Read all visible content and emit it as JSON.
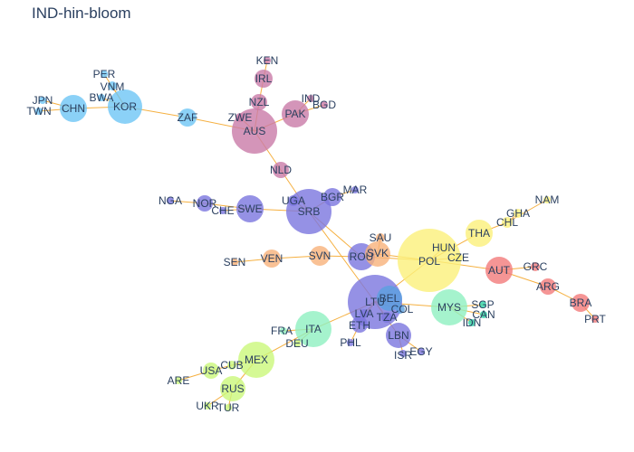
{
  "title": "IND-hin-bloom",
  "colors": {
    "edge": "#f5b041",
    "label": "#2a3f5f",
    "blue": "#6ec6f5",
    "pink": "#c97aa8",
    "purple": "#7b76de",
    "orange": "#f7b27a",
    "yellow": "#fbf07a",
    "red": "#f27a7a",
    "mint": "#8ff0c0",
    "lime": "#caf77a",
    "teal": "#2dd4a8",
    "steel": "#5aa0e0"
  },
  "nodes": [
    {
      "id": "KEN",
      "group": "pink"
    },
    {
      "id": "IRL",
      "group": "pink"
    },
    {
      "id": "NZL",
      "group": "pink"
    },
    {
      "id": "ZWE",
      "group": "pink"
    },
    {
      "id": "AUS",
      "group": "pink"
    },
    {
      "id": "PAK",
      "group": "pink"
    },
    {
      "id": "IND",
      "group": "pink"
    },
    {
      "id": "BGD",
      "group": "pink"
    },
    {
      "id": "NLD",
      "group": "pink"
    },
    {
      "id": "PER",
      "group": "blue"
    },
    {
      "id": "VNM",
      "group": "blue"
    },
    {
      "id": "BWA",
      "group": "blue"
    },
    {
      "id": "JPN",
      "group": "blue"
    },
    {
      "id": "TWN",
      "group": "blue"
    },
    {
      "id": "CHN",
      "group": "blue"
    },
    {
      "id": "KOR",
      "group": "blue"
    },
    {
      "id": "ZAF",
      "group": "blue"
    },
    {
      "id": "NGA",
      "group": "purple"
    },
    {
      "id": "NOR",
      "group": "purple"
    },
    {
      "id": "CHE",
      "group": "purple"
    },
    {
      "id": "SWE",
      "group": "purple"
    },
    {
      "id": "UGA",
      "group": "purple"
    },
    {
      "id": "SRB",
      "group": "purple"
    },
    {
      "id": "BGR",
      "group": "purple"
    },
    {
      "id": "MAR",
      "group": "purple"
    },
    {
      "id": "ROU",
      "group": "purple"
    },
    {
      "id": "LTU",
      "group": "purple"
    },
    {
      "id": "LVA",
      "group": "purple"
    },
    {
      "id": "ETH",
      "group": "purple"
    },
    {
      "id": "TZA",
      "group": "purple"
    },
    {
      "id": "LBN",
      "group": "purple"
    },
    {
      "id": "ISR",
      "group": "purple"
    },
    {
      "id": "EGY",
      "group": "purple"
    },
    {
      "id": "PHL",
      "group": "purple"
    },
    {
      "id": "SAU",
      "group": "orange"
    },
    {
      "id": "SVK",
      "group": "orange"
    },
    {
      "id": "SVN",
      "group": "orange"
    },
    {
      "id": "VEN",
      "group": "orange"
    },
    {
      "id": "SEN",
      "group": "orange"
    },
    {
      "id": "HUN",
      "group": "yellow"
    },
    {
      "id": "POL",
      "group": "yellow"
    },
    {
      "id": "CZE",
      "group": "yellow"
    },
    {
      "id": "THA",
      "group": "yellow"
    },
    {
      "id": "CHL",
      "group": "yellow"
    },
    {
      "id": "GHA",
      "group": "yellow"
    },
    {
      "id": "NAM",
      "group": "yellow"
    },
    {
      "id": "AUT",
      "group": "red"
    },
    {
      "id": "GRC",
      "group": "red"
    },
    {
      "id": "ARG",
      "group": "red"
    },
    {
      "id": "BRA",
      "group": "red"
    },
    {
      "id": "PRT",
      "group": "red"
    },
    {
      "id": "BEL",
      "group": "steel"
    },
    {
      "id": "COL",
      "group": "steel"
    },
    {
      "id": "MYS",
      "group": "mint"
    },
    {
      "id": "SGP",
      "group": "teal"
    },
    {
      "id": "CAN",
      "group": "teal"
    },
    {
      "id": "IDN",
      "group": "teal"
    },
    {
      "id": "ITA",
      "group": "mint"
    },
    {
      "id": "FRA",
      "group": "mint"
    },
    {
      "id": "DEU",
      "group": "lime"
    },
    {
      "id": "MEX",
      "group": "lime"
    },
    {
      "id": "CUB",
      "group": "lime"
    },
    {
      "id": "USA",
      "group": "lime"
    },
    {
      "id": "ARE",
      "group": "lime"
    },
    {
      "id": "RUS",
      "group": "lime"
    },
    {
      "id": "UKR",
      "group": "lime"
    },
    {
      "id": "TUR",
      "group": "lime"
    }
  ],
  "edges": [
    [
      "JPN",
      "CHN"
    ],
    [
      "TWN",
      "CHN"
    ],
    [
      "CHN",
      "KOR"
    ],
    [
      "PER",
      "KOR"
    ],
    [
      "VNM",
      "KOR"
    ],
    [
      "BWA",
      "KOR"
    ],
    [
      "KOR",
      "ZAF"
    ],
    [
      "ZAF",
      "AUS"
    ],
    [
      "KEN",
      "IRL"
    ],
    [
      "IRL",
      "NZL"
    ],
    [
      "NZL",
      "AUS"
    ],
    [
      "ZWE",
      "AUS"
    ],
    [
      "AUS",
      "PAK"
    ],
    [
      "PAK",
      "IND"
    ],
    [
      "PAK",
      "BGD"
    ],
    [
      "AUS",
      "NLD"
    ],
    [
      "NLD",
      "SRB"
    ],
    [
      "NGA",
      "NOR"
    ],
    [
      "NOR",
      "SWE"
    ],
    [
      "CHE",
      "SWE"
    ],
    [
      "SWE",
      "SRB"
    ],
    [
      "UGA",
      "SRB"
    ],
    [
      "SRB",
      "BGR"
    ],
    [
      "BGR",
      "MAR"
    ],
    [
      "SRB",
      "ROU"
    ],
    [
      "SEN",
      "VEN"
    ],
    [
      "VEN",
      "SVN"
    ],
    [
      "SVN",
      "ROU"
    ],
    [
      "ROU",
      "SVK"
    ],
    [
      "SAU",
      "SVK"
    ],
    [
      "SVK",
      "POL"
    ],
    [
      "ROU",
      "POL"
    ],
    [
      "HUN",
      "POL"
    ],
    [
      "POL",
      "CZE"
    ],
    [
      "POL",
      "THA"
    ],
    [
      "THA",
      "CHL"
    ],
    [
      "CHL",
      "GHA"
    ],
    [
      "CHL",
      "NAM"
    ],
    [
      "POL",
      "AUT"
    ],
    [
      "AUT",
      "GRC"
    ],
    [
      "AUT",
      "ARG"
    ],
    [
      "ARG",
      "BRA"
    ],
    [
      "BRA",
      "PRT"
    ],
    [
      "SRB",
      "LTU"
    ],
    [
      "POL",
      "LTU"
    ],
    [
      "LTU",
      "BEL"
    ],
    [
      "LTU",
      "COL"
    ],
    [
      "LTU",
      "LVA"
    ],
    [
      "LTU",
      "TZA"
    ],
    [
      "LTU",
      "ETH"
    ],
    [
      "LTU",
      "LBN"
    ],
    [
      "LBN",
      "ISR"
    ],
    [
      "LBN",
      "EGY"
    ],
    [
      "LTU",
      "MYS"
    ],
    [
      "MYS",
      "SGP"
    ],
    [
      "MYS",
      "CAN"
    ],
    [
      "MYS",
      "IDN"
    ],
    [
      "LTU",
      "ITA"
    ],
    [
      "ITA",
      "FRA"
    ],
    [
      "ITA",
      "DEU"
    ],
    [
      "ITA",
      "MEX"
    ],
    [
      "ETH",
      "PHL"
    ],
    [
      "MEX",
      "CUB"
    ],
    [
      "CUB",
      "USA"
    ],
    [
      "USA",
      "ARE"
    ],
    [
      "MEX",
      "RUS"
    ],
    [
      "RUS",
      "UKR"
    ],
    [
      "RUS",
      "TUR"
    ]
  ]
}
